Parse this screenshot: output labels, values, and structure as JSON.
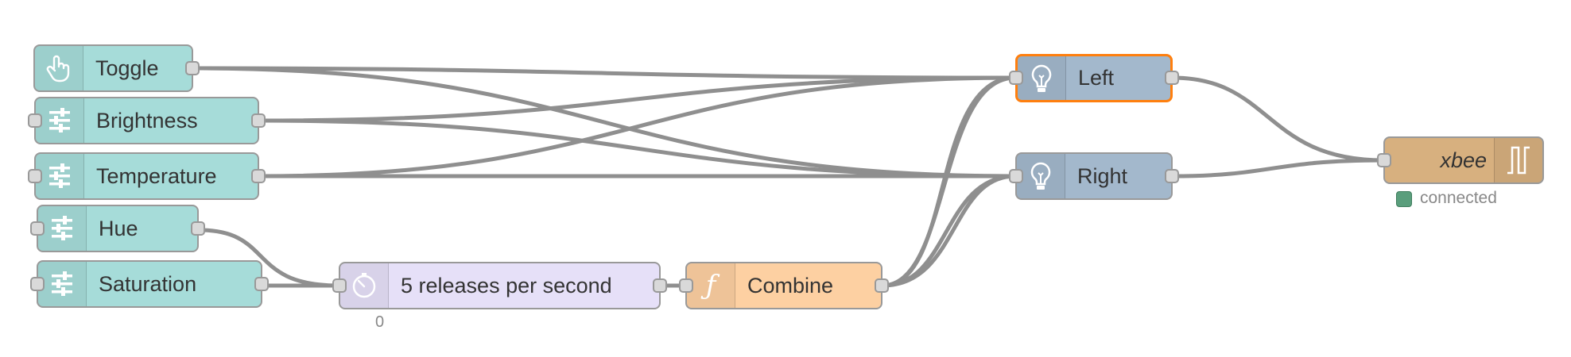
{
  "nodes": {
    "toggle": {
      "label": "Toggle",
      "icon": "hand-pointer-icon"
    },
    "brightness": {
      "label": "Brightness",
      "icon": "sliders-icon"
    },
    "temperature": {
      "label": "Temperature",
      "icon": "sliders-icon"
    },
    "hue": {
      "label": "Hue",
      "icon": "sliders-icon"
    },
    "saturation": {
      "label": "Saturation",
      "icon": "sliders-icon"
    },
    "delay": {
      "label": "5 releases per second",
      "icon": "timer-icon",
      "counter": "0"
    },
    "combine": {
      "label": "Combine",
      "icon": "function-icon"
    },
    "left": {
      "label": "Left",
      "icon": "light-bulb-icon"
    },
    "right": {
      "label": "Right",
      "icon": "light-bulb-icon"
    },
    "xbee": {
      "label": "xbee",
      "icon": "square-wave-icon",
      "status": "connected"
    }
  },
  "colors": {
    "dashboard": "#a6dcd9",
    "light": "#a3b8cc",
    "delay": "#e6e0f8",
    "function": "#fdd0a2",
    "xbee": "#d7b07f",
    "selected_border": "#ff7f0e",
    "status_connected": "#5a9e7c"
  }
}
